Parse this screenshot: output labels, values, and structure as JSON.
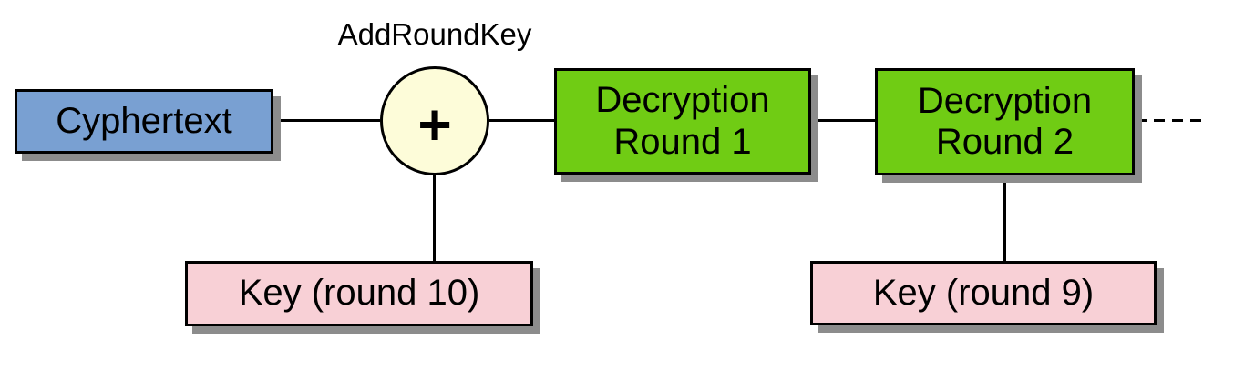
{
  "colors": {
    "background": "#ffffff",
    "border": "#000000",
    "line": "#000000",
    "shadow": "#8c8c8c",
    "text": "#000000",
    "cyphertext_fill": "#79a0d2",
    "decryption_fill": "#70cc14",
    "key_fill": "#f8d0d6",
    "xor_fill": "#fdfcd9"
  },
  "nodes": {
    "cyphertext": {
      "label": "Cyphertext"
    },
    "xor": {
      "operator": "+",
      "annotation": "AddRoundKey"
    },
    "round1": {
      "line1": "Decryption",
      "line2": "Round 1"
    },
    "round2": {
      "line1": "Decryption",
      "line2": "Round 2"
    },
    "key10": {
      "label": "Key (round 10)"
    },
    "key9": {
      "label": "Key (round 9)"
    }
  }
}
